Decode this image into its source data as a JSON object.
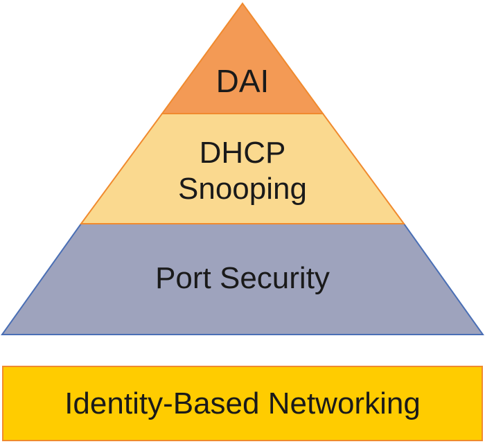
{
  "pyramid": {
    "top_label": "DAI",
    "middle_label_line1": "DHCP",
    "middle_label_line2": "Snooping",
    "bottom_label": "Port Security"
  },
  "foundation": {
    "label": "Identity-Based Networking"
  },
  "colors": {
    "top_fill": "#F39A55",
    "middle_fill": "#FAD98F",
    "bottom_fill": "#9EA3BD",
    "foundation_fill": "#FFCC00",
    "pyramid_border": "#F08A2E",
    "foundation_border": "#F08A2E",
    "bottom_border": "#4A6FB5"
  }
}
